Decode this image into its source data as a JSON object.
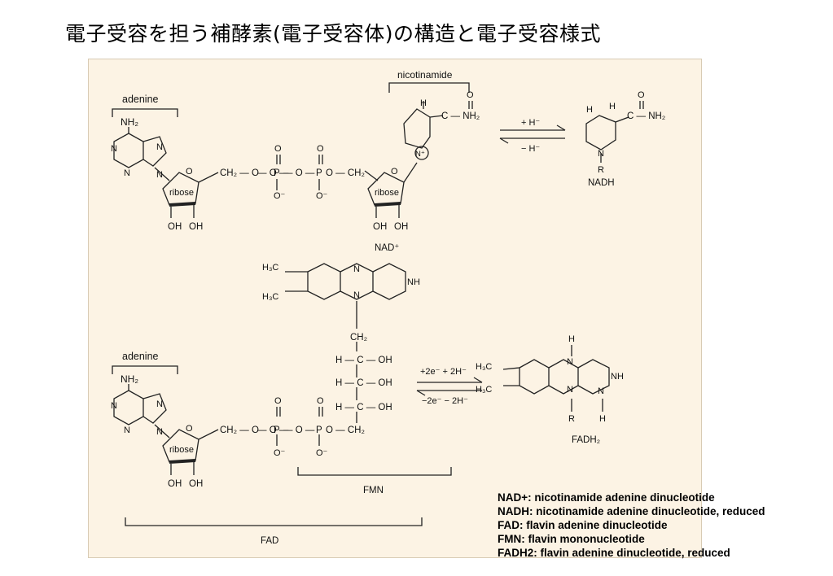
{
  "title": "電子受容を担う補酵素(電子受容体)の構造と電子受容様式",
  "labels": {
    "adenine_top": "adenine",
    "nicotinamide": "nicotinamide",
    "ribose": "ribose",
    "nad_plus": "NAD⁺",
    "nadh": "NADH",
    "adenine_bottom": "adenine",
    "fmn": "FMN",
    "fad": "FAD",
    "fadh2": "FADH₂"
  },
  "atoms": {
    "nh2": "NH₂",
    "n": "N",
    "o": "O",
    "oh": "OH",
    "h": "H",
    "r": "R",
    "nh": "NH",
    "p": "P",
    "o_minus": "O⁻",
    "ch2": "CH₂",
    "h3c": "H₃C",
    "n_plus": "N⁺",
    "c_nh2": "C — NH₂",
    "ch2_o": "CH₂ — O",
    "h_c_oh": "H — C — OH",
    "o_ch2": "O — CH₂",
    "o_dash": "— O —"
  },
  "reactions": {
    "nad_forward": "+ H⁻",
    "nad_reverse": "− H⁻",
    "fad_forward": "+2e⁻ + 2H⁻",
    "fad_reverse": "−2e⁻ − 2H⁻"
  },
  "glossary": [
    "NAD+:  nicotinamide adenine dinucleotide",
    "NADH:  nicotinamide adenine dinucleotide, reduced",
    "FAD:  flavin adenine dinucleotide",
    "FMN: flavin mononucleotide",
    "FADH2:  flavin adenine dinucleotide, reduced"
  ],
  "colors": {
    "panel": "#fcf3e4",
    "ink": "#111111"
  }
}
